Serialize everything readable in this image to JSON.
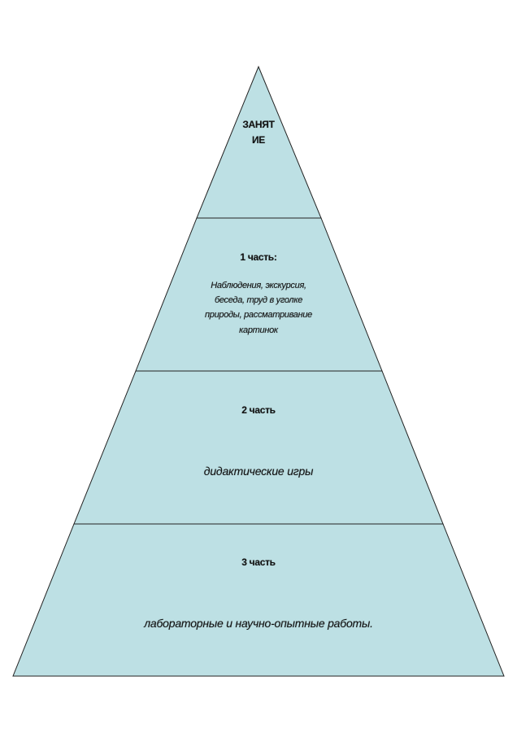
{
  "colors": {
    "fill": "#bde0e4",
    "stroke": "#222222"
  },
  "levels": [
    {
      "title_line1": "ЗАНЯТ",
      "title_line2": "ИЕ"
    },
    {
      "title": "1 часть:",
      "desc_lines": [
        "Наблюдения, экскурсия,",
        "беседа, труд в уголке",
        "природы, рассматривание",
        "картинок"
      ]
    },
    {
      "title": "2 часть",
      "desc": "дидактические игры"
    },
    {
      "title": "3 часть",
      "desc": "лабораторные и научно-опытные работы."
    }
  ]
}
